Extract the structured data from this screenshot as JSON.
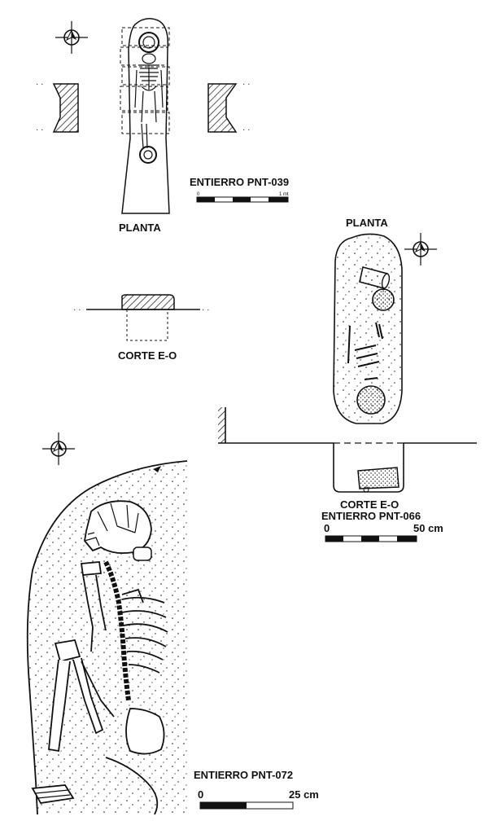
{
  "burial_039": {
    "title": "ENTIERRO PNT-039",
    "plan_label": "PLANTA",
    "section_label": "CORTE E-O",
    "scale": {
      "start_label": "0",
      "end_label": "1 mt"
    }
  },
  "burial_066": {
    "plan_label": "PLANTA",
    "section_label": "CORTE E-O",
    "title": "ENTIERRO PNT-066",
    "scale": {
      "start_label": "0",
      "end_label": "50 cm"
    }
  },
  "burial_072": {
    "title": "ENTIERRO PNT-072",
    "scale": {
      "start_label": "0",
      "end_label": "25 cm"
    }
  },
  "colors": {
    "ink": "#111111",
    "paper": "#ffffff"
  },
  "icons": [
    "north-arrow-icon",
    "north-arrow-icon",
    "north-arrow-icon"
  ]
}
